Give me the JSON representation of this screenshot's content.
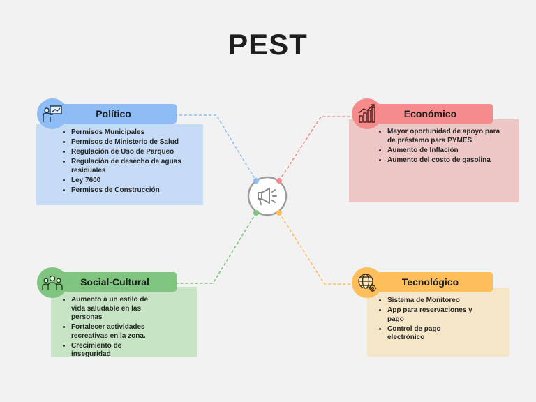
{
  "title": "PEST",
  "colors": {
    "politico": "#8ebcf4",
    "politico_box": "#c6dcf6",
    "economico": "#f68b8b",
    "economico_box": "#edc6c6",
    "social": "#7fc47f",
    "social_box": "#c7e4c5",
    "tecnologico": "#fdbe5b",
    "tecnologico_box": "#f6e6c8",
    "center_ring": "#9c9c9c"
  },
  "center": {
    "icon": "megaphone-icon"
  },
  "quadrants": {
    "politico": {
      "label": "Político",
      "icon": "presentation-icon",
      "items": [
        "Permisos Municipales",
        "Permisos de Ministerio de Salud",
        "Regulación de Uso de Parqueo",
        "Regulación de desecho de aguas residuales",
        "Ley 7600",
        "Permisos de Construcción"
      ]
    },
    "economico": {
      "label": "Económico",
      "icon": "growth-chart-icon",
      "items": [
        "Mayor oportunidad de apoyo para de préstamo para PYMES",
        "Aumento de Inflación",
        "Aumento del costo de gasolina"
      ]
    },
    "social": {
      "label": "Social-Cultural",
      "icon": "people-group-icon",
      "items": [
        "Aumento a un estilo de vida saludable en las personas",
        "Fortalecer actividades recreativas en la zona.",
        "Crecimiento de inseguridad"
      ]
    },
    "tecnologico": {
      "label": "Tecnológico",
      "icon": "globe-gear-icon",
      "items": [
        "Sistema de Monitoreo",
        "App para reservaciones y pago",
        "Control de pago electrónico"
      ]
    }
  }
}
